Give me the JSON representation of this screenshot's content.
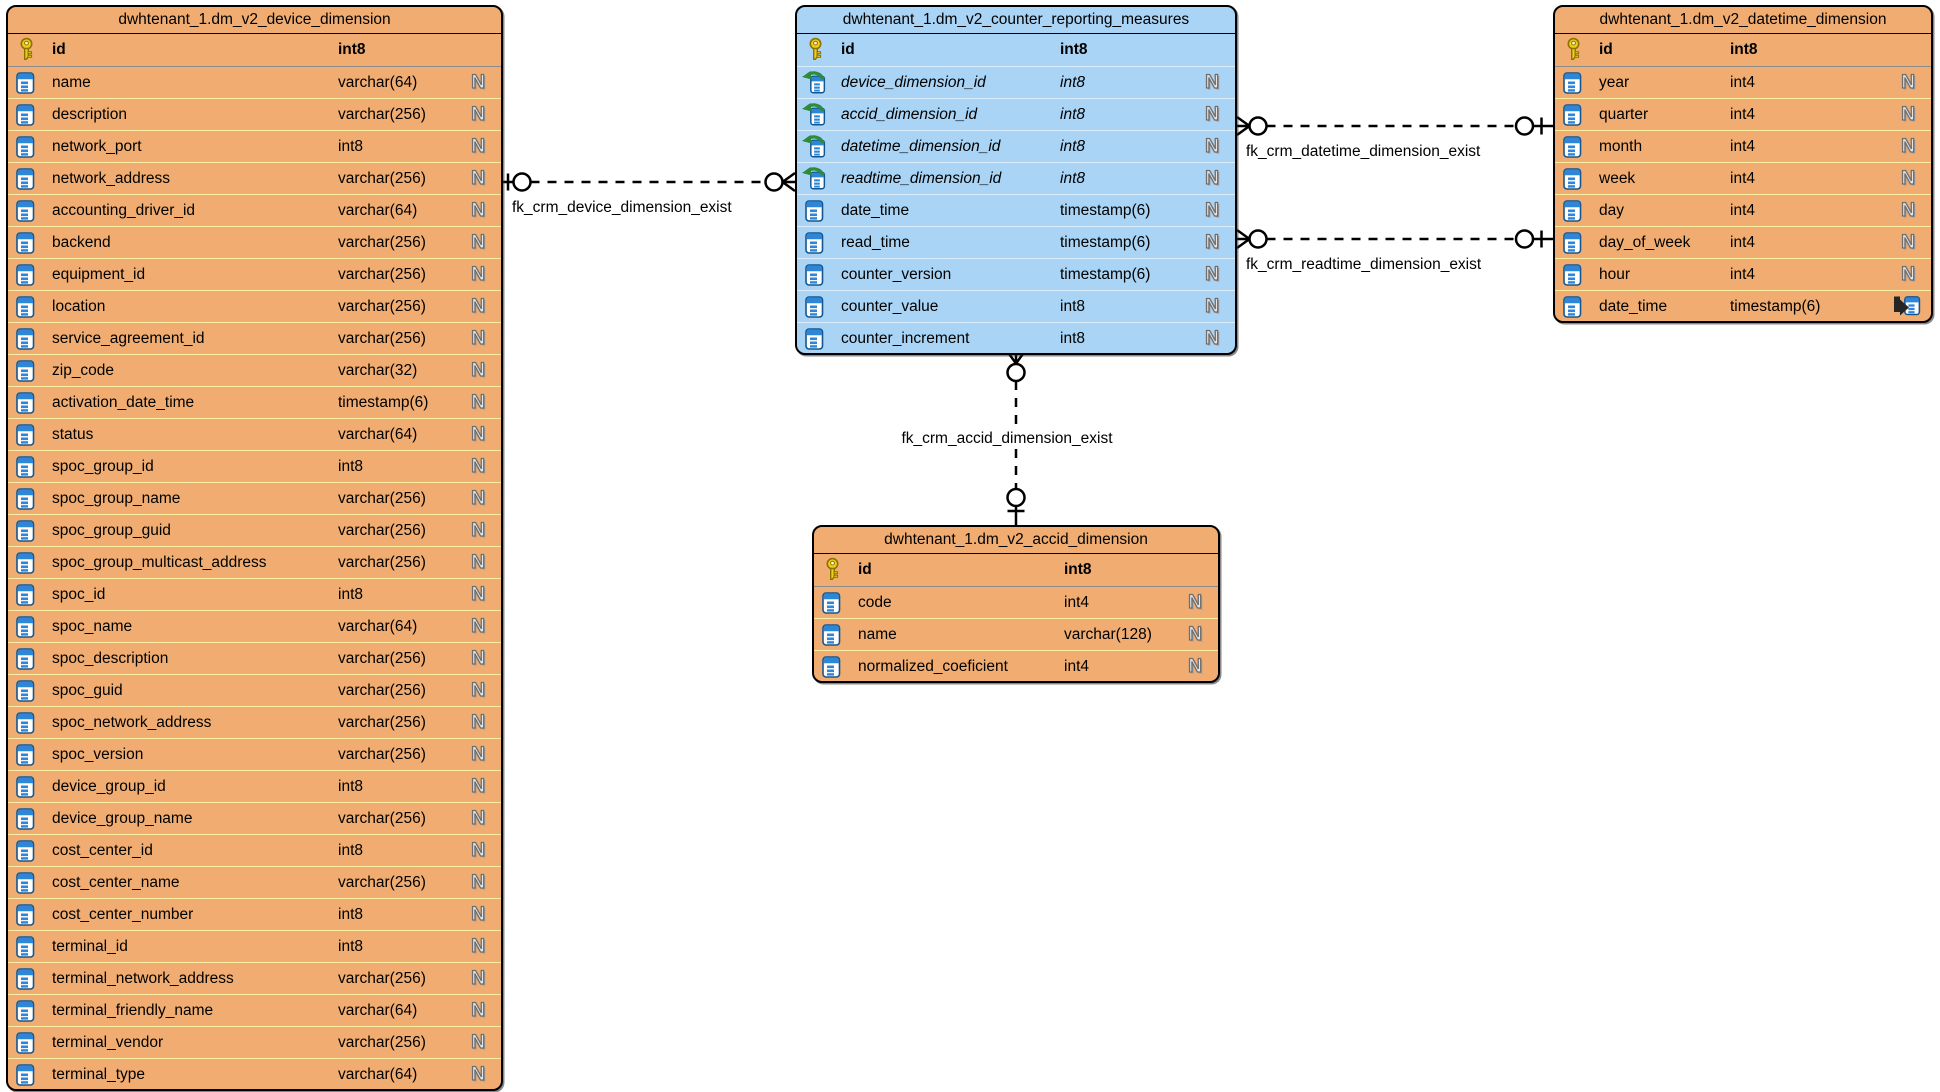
{
  "diagram": {
    "tables": [
      {
        "name": "device_dimension",
        "title": "dwhtenant_1.dm_v2_device_dimension",
        "theme": "orange",
        "primary_key": {
          "name": "id",
          "type": "int8"
        },
        "columns": [
          {
            "name": "name",
            "type": "varchar(64)",
            "nullable": true
          },
          {
            "name": "description",
            "type": "varchar(256)",
            "nullable": true
          },
          {
            "name": "network_port",
            "type": "int8",
            "nullable": true
          },
          {
            "name": "network_address",
            "type": "varchar(256)",
            "nullable": true
          },
          {
            "name": "accounting_driver_id",
            "type": "varchar(64)",
            "nullable": true
          },
          {
            "name": "backend",
            "type": "varchar(256)",
            "nullable": true
          },
          {
            "name": "equipment_id",
            "type": "varchar(256)",
            "nullable": true
          },
          {
            "name": "location",
            "type": "varchar(256)",
            "nullable": true
          },
          {
            "name": "service_agreement_id",
            "type": "varchar(256)",
            "nullable": true
          },
          {
            "name": "zip_code",
            "type": "varchar(32)",
            "nullable": true
          },
          {
            "name": "activation_date_time",
            "type": "timestamp(6)",
            "nullable": true
          },
          {
            "name": "status",
            "type": "varchar(64)",
            "nullable": true
          },
          {
            "name": "spoc_group_id",
            "type": "int8",
            "nullable": true
          },
          {
            "name": "spoc_group_name",
            "type": "varchar(256)",
            "nullable": true
          },
          {
            "name": "spoc_group_guid",
            "type": "varchar(256)",
            "nullable": true
          },
          {
            "name": "spoc_group_multicast_address",
            "type": "varchar(256)",
            "nullable": true
          },
          {
            "name": "spoc_id",
            "type": "int8",
            "nullable": true
          },
          {
            "name": "spoc_name",
            "type": "varchar(64)",
            "nullable": true
          },
          {
            "name": "spoc_description",
            "type": "varchar(256)",
            "nullable": true
          },
          {
            "name": "spoc_guid",
            "type": "varchar(256)",
            "nullable": true
          },
          {
            "name": "spoc_network_address",
            "type": "varchar(256)",
            "nullable": true
          },
          {
            "name": "spoc_version",
            "type": "varchar(256)",
            "nullable": true
          },
          {
            "name": "device_group_id",
            "type": "int8",
            "nullable": true
          },
          {
            "name": "device_group_name",
            "type": "varchar(256)",
            "nullable": true
          },
          {
            "name": "cost_center_id",
            "type": "int8",
            "nullable": true
          },
          {
            "name": "cost_center_name",
            "type": "varchar(256)",
            "nullable": true
          },
          {
            "name": "cost_center_number",
            "type": "int8",
            "nullable": true
          },
          {
            "name": "terminal_id",
            "type": "int8",
            "nullable": true
          },
          {
            "name": "terminal_network_address",
            "type": "varchar(256)",
            "nullable": true
          },
          {
            "name": "terminal_friendly_name",
            "type": "varchar(64)",
            "nullable": true
          },
          {
            "name": "terminal_vendor",
            "type": "varchar(256)",
            "nullable": true
          },
          {
            "name": "terminal_type",
            "type": "varchar(64)",
            "nullable": true
          }
        ]
      },
      {
        "name": "counter_reporting_measures",
        "title": "dwhtenant_1.dm_v2_counter_reporting_measures",
        "theme": "blue",
        "primary_key": {
          "name": "id",
          "type": "int8"
        },
        "columns": [
          {
            "name": "device_dimension_id",
            "type": "int8",
            "nullable": true,
            "fk": true
          },
          {
            "name": "accid_dimension_id",
            "type": "int8",
            "nullable": true,
            "fk": true
          },
          {
            "name": "datetime_dimension_id",
            "type": "int8",
            "nullable": true,
            "fk": true
          },
          {
            "name": "readtime_dimension_id",
            "type": "int8",
            "nullable": true,
            "fk": true
          },
          {
            "name": "date_time",
            "type": "timestamp(6)",
            "nullable": true
          },
          {
            "name": "read_time",
            "type": "timestamp(6)",
            "nullable": true
          },
          {
            "name": "counter_version",
            "type": "timestamp(6)",
            "nullable": true
          },
          {
            "name": "counter_value",
            "type": "int8",
            "nullable": true
          },
          {
            "name": "counter_increment",
            "type": "int8",
            "nullable": true
          }
        ]
      },
      {
        "name": "datetime_dimension",
        "title": "dwhtenant_1.dm_v2_datetime_dimension",
        "theme": "orange",
        "primary_key": {
          "name": "id",
          "type": "int8"
        },
        "columns": [
          {
            "name": "year",
            "type": "int4",
            "nullable": true
          },
          {
            "name": "quarter",
            "type": "int4",
            "nullable": true
          },
          {
            "name": "month",
            "type": "int4",
            "nullable": true
          },
          {
            "name": "week",
            "type": "int4",
            "nullable": true
          },
          {
            "name": "day",
            "type": "int4",
            "nullable": true
          },
          {
            "name": "day_of_week",
            "type": "int4",
            "nullable": true
          },
          {
            "name": "hour",
            "type": "int4",
            "nullable": true
          },
          {
            "name": "date_time",
            "type": "timestamp(6)",
            "nullable": false,
            "referenced": true
          }
        ]
      },
      {
        "name": "accid_dimension",
        "title": "dwhtenant_1.dm_v2_accid_dimension",
        "theme": "orange",
        "primary_key": {
          "name": "id",
          "type": "int8"
        },
        "columns": [
          {
            "name": "code",
            "type": "int4",
            "nullable": true
          },
          {
            "name": "name",
            "type": "varchar(128)",
            "nullable": true
          },
          {
            "name": "normalized_coeficient",
            "type": "int4",
            "nullable": true
          }
        ]
      }
    ],
    "relationships": [
      {
        "label": "fk_crm_device_dimension_exist",
        "from_cardinality": "zero-or-many",
        "to_cardinality": "zero-or-one"
      },
      {
        "label": "fk_crm_datetime_dimension_exist",
        "from_cardinality": "zero-or-many",
        "to_cardinality": "zero-or-one"
      },
      {
        "label": "fk_crm_readtime_dimension_exist",
        "from_cardinality": "zero-or-many",
        "to_cardinality": "zero-or-one"
      },
      {
        "label": "fk_crm_accid_dimension_exist",
        "from_cardinality": "zero-or-many",
        "to_cardinality": "zero-or-one"
      }
    ],
    "icons": {
      "primary_key": "key-icon",
      "column": "column-icon",
      "foreign_key": "fk-arrow-column-icon",
      "nullable": "nullable-N-icon",
      "referenced": "arrow-into-column-icon"
    },
    "colors": {
      "table_orange": "#F1AD71",
      "table_blue": "#A9D4F5",
      "separator_orange": "#FBEFA4",
      "separator_blue": "#DCEEFC",
      "pk_separator": "#8C8C8C",
      "border": "#000000",
      "background": "#FFFFFF"
    }
  }
}
